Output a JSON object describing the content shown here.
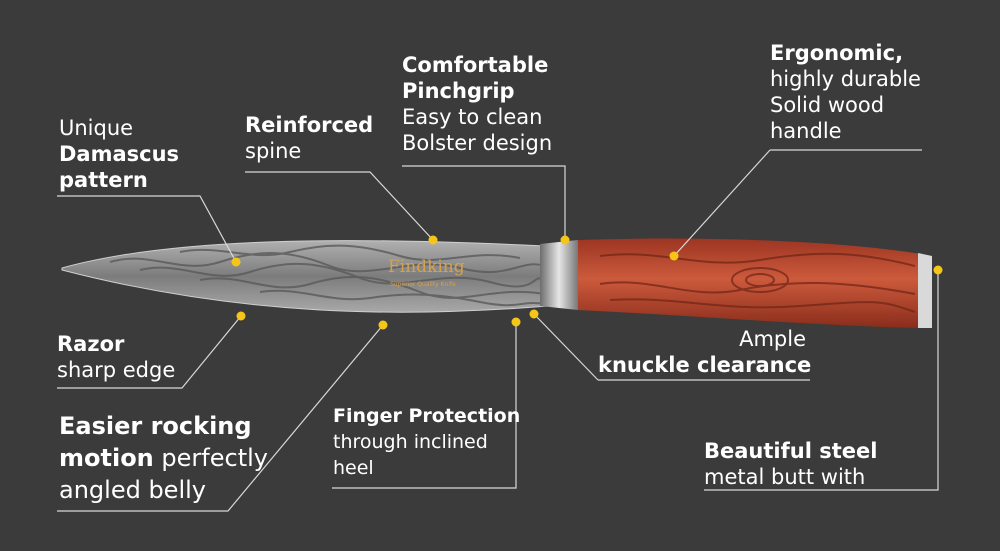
{
  "brand": "Findking",
  "brand_sub": "Superior Quality Knife",
  "callouts": {
    "damascus": {
      "line1": "Unique",
      "line2": "Damascus",
      "line3": "pattern"
    },
    "spine": {
      "line1": "Reinforced",
      "line2": "spine"
    },
    "pinchgrip": {
      "line1": "Comfortable",
      "line2": "Pinchgrip",
      "line3": "Easy to clean",
      "line4": "Bolster design"
    },
    "handle": {
      "line1": "Ergonomic,",
      "line2": "highly durable",
      "line3": "Solid wood",
      "line4": "handle"
    },
    "razor": {
      "line1": "Razor",
      "line2": "sharp edge"
    },
    "rocking": {
      "line1": "Easier rocking",
      "line2_bold": "motion",
      "line2_rest": " perfectly",
      "line3": "angled belly"
    },
    "finger": {
      "line1": "Finger Protection",
      "line2": "through inclined",
      "line3": "heel"
    },
    "knuckle": {
      "line1": "Ample",
      "line2": "knuckle clearance"
    },
    "butt": {
      "line1": "Beautiful steel",
      "line2": "metal butt with"
    }
  },
  "colors": {
    "background": "#3b3b3b",
    "dot": "#f5c518",
    "line": "#d8d8d8",
    "handle": "#b8452e",
    "blade": "#8a8a8a"
  }
}
